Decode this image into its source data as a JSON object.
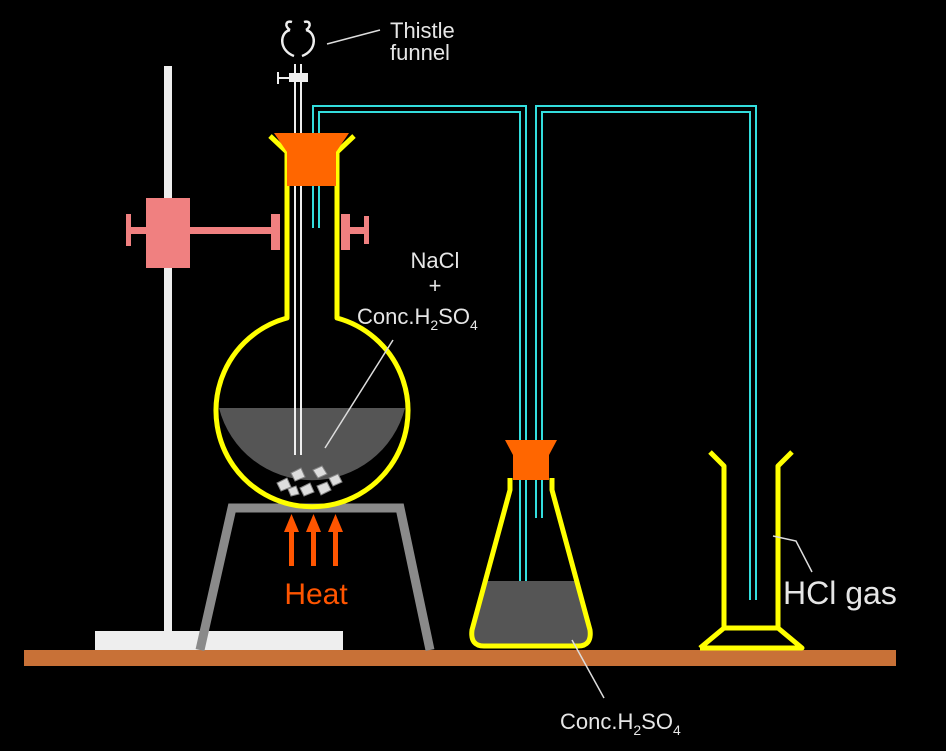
{
  "labels": {
    "thistle_line1": "Thistle",
    "thistle_line2": "funnel",
    "nacl": "NaCl",
    "plus": "+",
    "conc_flask_prefix": "Conc.H",
    "conc_flask_sub2": "2",
    "conc_flask_mid": "SO",
    "conc_flask_sub4": "4",
    "heat": "Heat",
    "hcl_gas": "HCl gas",
    "conc_bottom_prefix": "Conc.H",
    "conc_bottom_sub2": "2",
    "conc_bottom_mid": "SO",
    "conc_bottom_sub4": "4"
  },
  "colors": {
    "background": "#000000",
    "glassware_outline": "#ffff00",
    "delivery_tube": "#33dddd",
    "stopper": "#ff6600",
    "clamp": "#f08080",
    "heat_arrows": "#ff5500",
    "liquid": "#555555",
    "tripod": "#8a8a8a",
    "bench": "#c87137",
    "stand_base": "#eeeeee",
    "label_text": "#e6e6e6"
  }
}
